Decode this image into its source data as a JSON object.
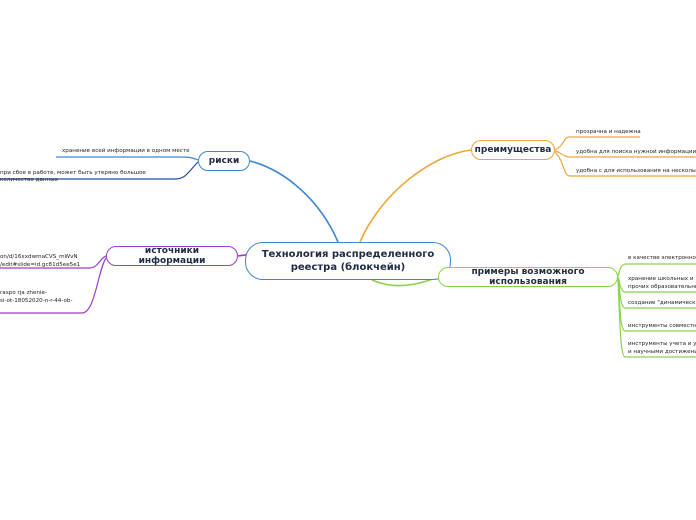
{
  "central": "Технология распределенного реестра (блокчейн)",
  "riski": {
    "label": "риски",
    "items": [
      "хранение всей информации в одном месте",
      "при сбое в работе, может быть утеряно большое",
      "количество данных"
    ]
  },
  "preimushchestva": {
    "label": "преимущества",
    "items": [
      "прозрачна и надежна",
      "удобна для поиска нужной информации",
      "удобна с для использования на нескольки"
    ]
  },
  "istochniki": {
    "label": "источники информации",
    "items": [
      "on/d/16xxdwmaCVS_mWvN",
      "/edit#slide=id.gc81d5ee5e1",
      "raspo rja zhenie-",
      "si-ot-18052020-n-r-44-ob-"
    ]
  },
  "primery": {
    "label": "примеры возможного использования",
    "items": [
      "в качестве электронно",
      "хранение школьных и",
      "прочих образовательны",
      "создание \"динамическ",
      "инструменты совместн",
      "инструменты учета и у",
      "и научными достижени"
    ]
  },
  "colors": {
    "riski": "#3f86d1",
    "preimushchestva": "#f0a53a",
    "istochniki": "#9b3fc7",
    "primery": "#8ad24a"
  }
}
